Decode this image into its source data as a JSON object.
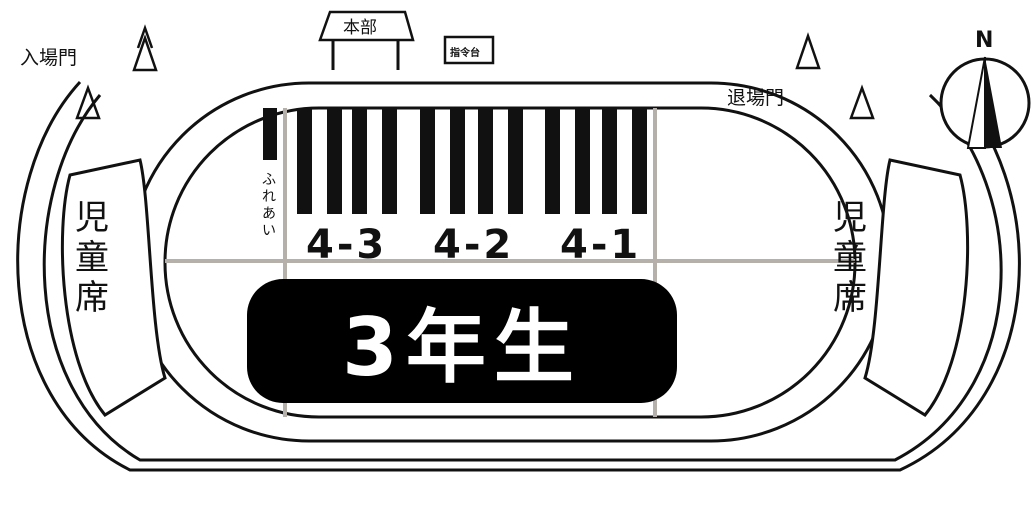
{
  "labels": {
    "entrance_gate": "入場門",
    "exit_gate": "退場門",
    "headquarters": "本部",
    "command_stand": "指令台",
    "compass_north": "N"
  },
  "seats": {
    "left": "児童席",
    "right": "児童席"
  },
  "classes": [
    "4-3",
    "4-2",
    "4-1"
  ],
  "fureai": "ふれあい",
  "grade_banner": "3年生"
}
